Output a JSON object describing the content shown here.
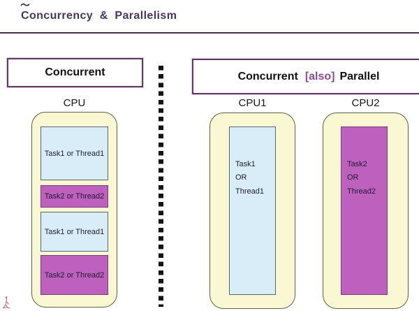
{
  "page": {
    "title": "Concurrency  &  Parallelism"
  },
  "colors": {
    "title_purple": "#4a3460",
    "rule_purple": "#4f2d52",
    "header_border_purple": "#5e3a66",
    "also_purple": "#8e4a8e",
    "cpu_fill_yellow": "#faf8d2",
    "cpu_border_olive": "#5e5e47",
    "task1_fill_blue": "#d9edf9",
    "task1_border": "#54676f",
    "task2_fill_magenta": "#be60be",
    "task2_border": "#7a3a7a",
    "divider_black": "#141414",
    "signature_red": "#c4504f"
  },
  "left": {
    "header_label": "Concurrent",
    "cpu_label": "CPU",
    "slices": [
      {
        "label": "Task1 or Thread1",
        "type": "task1"
      },
      {
        "label": "Task2 or Thread2",
        "type": "task2"
      },
      {
        "label": "Task1 or Thread1",
        "type": "task1"
      },
      {
        "label": "Task2 or Thread2",
        "type": "task2"
      }
    ]
  },
  "right": {
    "header_part1": "Concurrent",
    "header_part2": "[also]",
    "header_part3": "Parallel",
    "cpus": [
      {
        "label": "CPU1",
        "task_text": "Task1\nOR\nThread1",
        "type": "task1"
      },
      {
        "label": "CPU2",
        "task_text": "Task2\nOR\nThread2",
        "type": "task2"
      }
    ]
  }
}
